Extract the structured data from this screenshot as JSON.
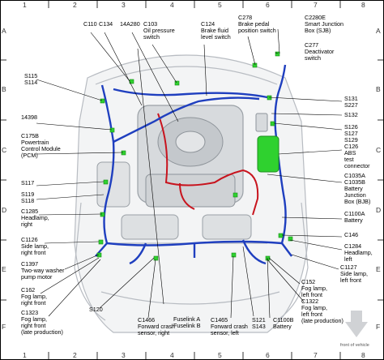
{
  "grid": {
    "columns": [
      "1",
      "2",
      "3",
      "4",
      "5",
      "6",
      "7",
      "8"
    ],
    "rows": [
      "A",
      "B",
      "C",
      "D",
      "E",
      "F"
    ]
  },
  "labels": {
    "c110": "C110",
    "c134": "C134",
    "c14a280": "14A280",
    "c103": "C103\nOil pressure\nswitch",
    "c124": "C124\nBrake fluid\nlevel switch",
    "c278": "C278\nBrake pedal\nposition switch",
    "c2280e": "C2280E\nSmart Junction\nBox (SJB)",
    "c277": "C277\nDeactivator\nswitch",
    "s115": "S115\nS114",
    "l14398": "14398",
    "c175b": "C175B\nPowertrain\nControl Module\n(PCM)",
    "s117": "S117",
    "s119": "S119\nS118",
    "c1285": "C1285\nHeadlamp,\nright",
    "c1126": "C1126\nSide lamp,\nright front",
    "c1397": "C1397\nTwo-way washer\npump motor",
    "c162": "C162\nFog lamp,\nright front",
    "c1323": "C1323\nFog lamp,\nright front\n(late production)",
    "s120": "S120",
    "c1466": "C1466\nForward crash\nsensor, right",
    "fuselink": "Fuselink A\nFuselink B",
    "c1465": "C1465\nForward crash\nsensor, left",
    "s121": "S121\nS143",
    "c1100b": "C1100B\nBattery",
    "s131": "S131\nS227",
    "s132": "S132",
    "s126": "S126\nS127",
    "s129": "S129\nC126\nABS\ntest\nconnector",
    "c1035": "C1035A\nC1035B\nBattery\nJunction\nBox (BJB)",
    "c1100a": "C1100A\nBattery",
    "c146": "C146",
    "c1284": "C1284\nHeadlamp,\nleft",
    "c1127": "C1127\nSide lamp,\nleft front",
    "c152": "C152\nFog lamp,\nleft front",
    "c1322": "C1322\nFog lamp,\nleft front\n(late production)",
    "front": "front of vehicle"
  },
  "colors": {
    "harness_blue": "#1f3fbf",
    "harness_red": "#c8141e",
    "connector_green": "#2fd12f",
    "engine_gray": "#9aa0a6",
    "leader_line": "#000000"
  }
}
